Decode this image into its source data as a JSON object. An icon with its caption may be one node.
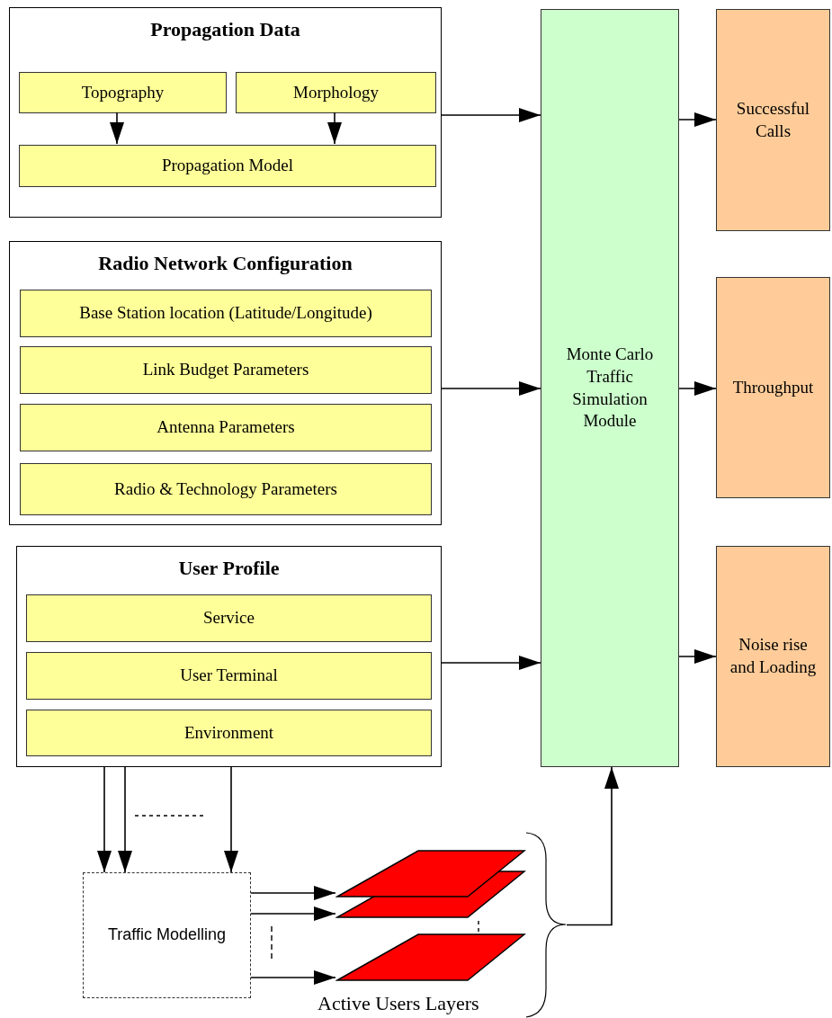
{
  "diagram": {
    "nodes": [
      {
        "text": [
          "Propagation Data"
        ]
      },
      {
        "text": [
          "Topography"
        ],
        "in": 0
      },
      {
        "text": [
          "Morphology"
        ],
        "in": 0
      },
      {
        "text": [
          "Propagation Model"
        ],
        "in": 0
      },
      {
        "text": [
          "Radio Network Configuration"
        ]
      },
      {
        "text": [
          "Base Station location (Latitude/Longitude)"
        ],
        "in": 4
      },
      {
        "text": [
          "Link Budget Parameters"
        ],
        "in": 4
      },
      {
        "text": [
          "Antenna Parameters"
        ],
        "in": 4
      },
      {
        "text": [
          "Radio & Technology Parameters"
        ],
        "in": 4
      },
      {
        "text": [
          "User Profile"
        ]
      },
      {
        "text": [
          "Service"
        ],
        "in": 9
      },
      {
        "text": [
          "User Terminal"
        ],
        "in": 9
      },
      {
        "text": [
          "Environment"
        ],
        "in": 9
      },
      {
        "text": [
          "Monte Carlo Traffic Simulation Module"
        ]
      },
      {
        "text": [
          "Successful Calls"
        ]
      },
      {
        "text": [
          "Throughput"
        ]
      },
      {
        "text": [
          "Noise rise and Loading"
        ]
      },
      {
        "text": [
          "Traffic Modelling"
        ]
      },
      {
        "text": [],
        "shape": "parallelogram"
      },
      {
        "text": [],
        "shape": "parallelogram"
      },
      {
        "text": [],
        "shape": "parallelogram"
      },
      {
        "text": [],
        "shape": "brace"
      }
    ],
    "edges": [
      {
        "from": 1,
        "to": 3,
        "arrow": "to"
      },
      {
        "from": 2,
        "to": 3,
        "arrow": "to"
      },
      {
        "from": 0,
        "to": 13,
        "arrow": "to"
      },
      {
        "from": 4,
        "to": 13,
        "arrow": "to"
      },
      {
        "from": 9,
        "to": 13,
        "arrow": "to"
      },
      {
        "from": 13,
        "to": 14,
        "arrow": "to"
      },
      {
        "from": 13,
        "to": 15,
        "arrow": "to"
      },
      {
        "from": 13,
        "to": 16,
        "arrow": "to"
      },
      {
        "from": 9,
        "to": 17,
        "arrow": "to"
      },
      {
        "from": 9,
        "to": 17,
        "arrow": "to"
      },
      {
        "from": 9,
        "to": 17,
        "arrow": "to"
      },
      {
        "from": 17,
        "to": 18,
        "arrow": "to"
      },
      {
        "from": 17,
        "to": 19,
        "arrow": "to"
      },
      {
        "from": 17,
        "to": 20,
        "arrow": "to"
      },
      {
        "from": 21,
        "to": 13,
        "arrow": "to"
      }
    ],
    "labels": [
      "Active Users Layers"
    ]
  }
}
